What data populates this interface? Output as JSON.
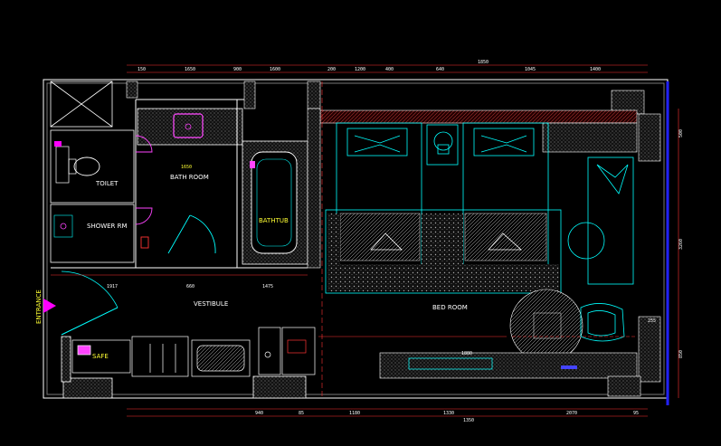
{
  "rooms": {
    "toilet": "TOILET",
    "shower": "SHOWER RM",
    "bath_room": "BATH ROOM",
    "bathtub": "BATHTUB",
    "vestibule": "VESTIBULE",
    "bed_room": "BED ROOM",
    "safe": "SAFE",
    "entrance": "ENTRANCE"
  },
  "dims_top_row1": [
    "1850"
  ],
  "dims_top_row2": [
    "150",
    "1650",
    "900",
    "1600",
    "200",
    "1200",
    "400",
    "640",
    "1045",
    "1400"
  ],
  "dims_bottom": [
    "940",
    "85",
    "1180",
    "1330",
    "2070",
    "1350",
    "95"
  ],
  "dims_right": [
    "500",
    "3260",
    "850",
    "255"
  ],
  "dims_mid": [
    "1917",
    "660",
    "1475",
    "1650",
    "1880"
  ],
  "colors": {
    "background": "#000000",
    "wall": "#ffffff",
    "furniture": "#00ffff",
    "dimension": "#ff3333",
    "door": "#ff00ff",
    "text": "#ffff33",
    "blue_edge": "#2222ff"
  }
}
